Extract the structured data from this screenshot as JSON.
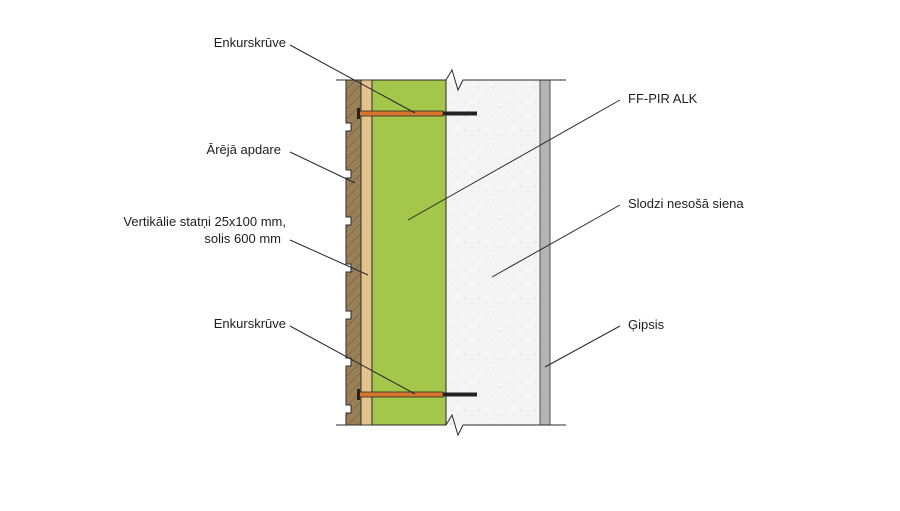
{
  "labels": {
    "anchor_top": "Enkurskrūve",
    "outer_finish": "Ārējā apdare",
    "battens_line1": "Vertikālie statņi 25x100 mm,",
    "battens_line2": "solis 600 mm",
    "anchor_bottom": "Enkurskrūve",
    "insulation": "FF-PIR ALK",
    "wall": "Slodzi nesošā siena",
    "plaster": "Ģipsis"
  },
  "colors": {
    "cladding": "#9a8058",
    "batten": "#e6c793",
    "insulation": "#a4c64a",
    "wall": "#f4f4f4",
    "plaster": "#b4b4b4",
    "anchor": "#d8762e",
    "anchor_tail": "#222222",
    "line": "#2a2a2a"
  }
}
